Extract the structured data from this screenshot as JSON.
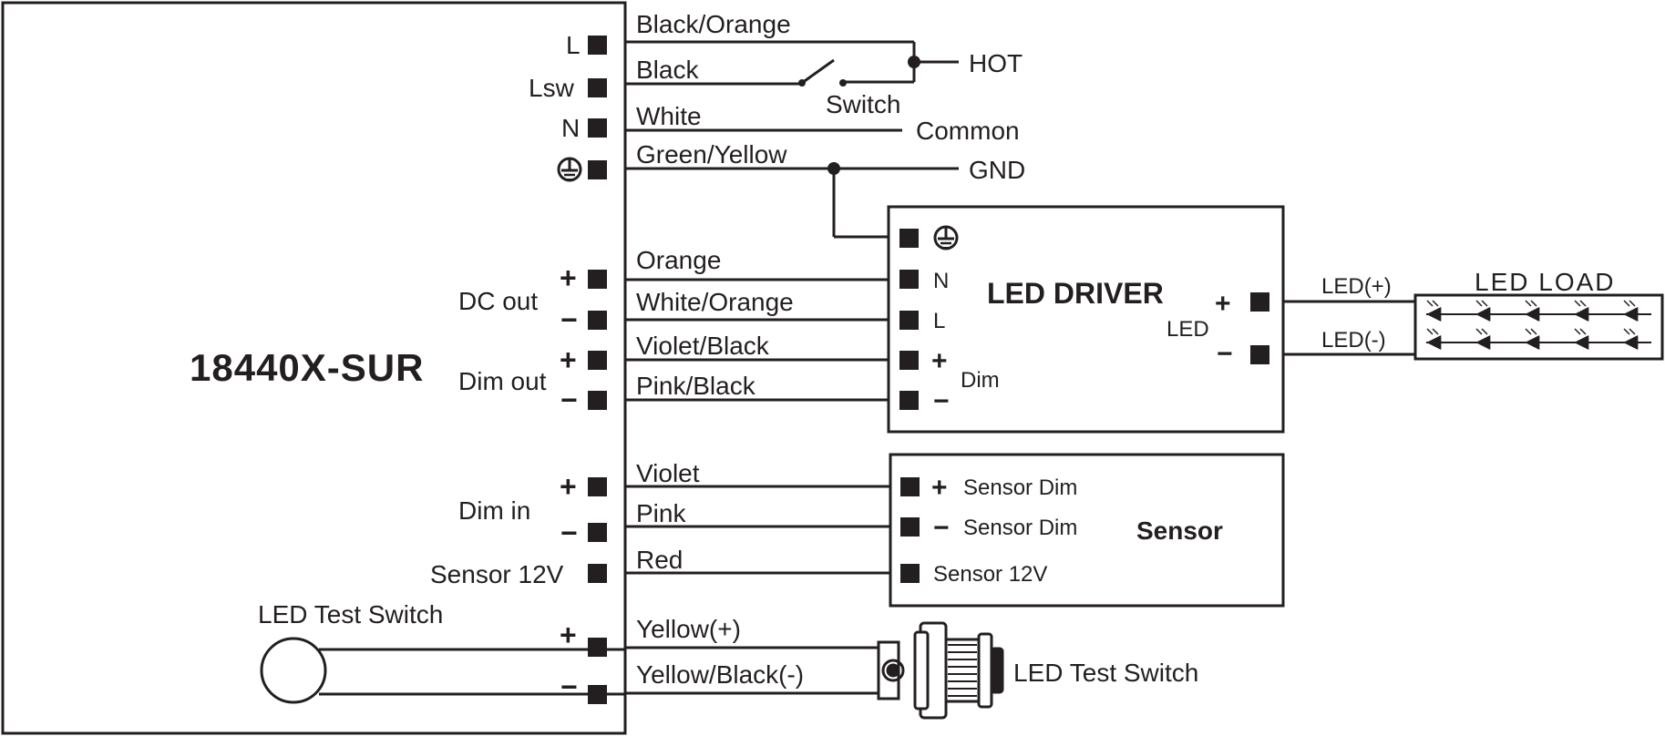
{
  "module": {
    "name": "18440X-SUR",
    "terminals": {
      "l": "L",
      "lsw": "Lsw",
      "n": "N",
      "dc_out": "DC out",
      "dim_out": "Dim out",
      "dim_in": "Dim in",
      "sensor_12v": "Sensor 12V",
      "led_test_switch": "LED Test Switch"
    }
  },
  "wires": {
    "black_orange": "Black/Orange",
    "black": "Black",
    "white": "White",
    "green_yellow": "Green/Yellow",
    "orange": "Orange",
    "white_orange": "White/Orange",
    "violet_black": "Violet/Black",
    "pink_black": "Pink/Black",
    "violet": "Violet",
    "pink": "Pink",
    "red": "Red",
    "yellow_plus": "Yellow(+)",
    "yellow_black_minus": "Yellow/Black(-)"
  },
  "mains": {
    "hot": "HOT",
    "switch": "Switch",
    "common": "Common",
    "gnd": "GND"
  },
  "led_driver": {
    "title": "LED DRIVER",
    "n": "N",
    "l": "L",
    "dim": "Dim",
    "led": "LED"
  },
  "led_load": {
    "title": "LED LOAD",
    "plus": "LED(+)",
    "minus": "LED(-)"
  },
  "sensor": {
    "title": "Sensor",
    "plus_dim": "Sensor Dim",
    "minus_dim": "Sensor Dim",
    "v12": "Sensor 12V"
  },
  "test_switch": {
    "label": "LED Test Switch"
  },
  "symbols": {
    "plus": "+",
    "minus": "−"
  }
}
